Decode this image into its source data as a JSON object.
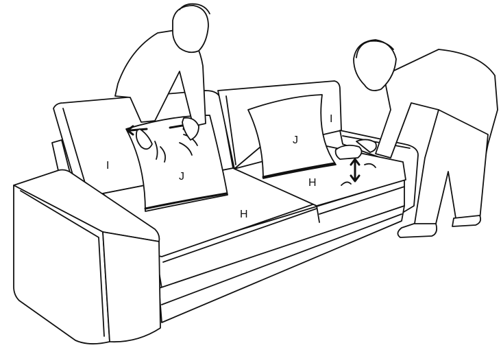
{
  "labels": {
    "h_left": "H",
    "h_right": "H",
    "i_left": "I",
    "i_right": "I",
    "j_left": "J",
    "j_right": "J"
  },
  "colors": {
    "line": "#111111",
    "background": "#ffffff"
  }
}
